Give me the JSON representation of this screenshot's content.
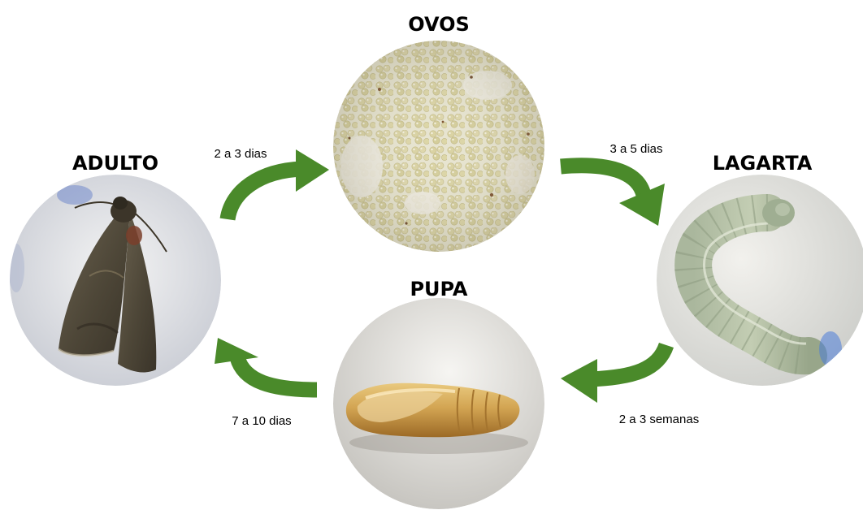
{
  "stages": {
    "ovos": {
      "title": "OVOS"
    },
    "lagarta": {
      "title": "LAGARTA"
    },
    "pupa": {
      "title": "PUPA"
    },
    "adulto": {
      "title": "ADULTO"
    }
  },
  "transitions": {
    "adulto_to_ovos": "2 a 3 dias",
    "ovos_to_lagarta": "3 a 5 dias",
    "lagarta_to_pupa": "2 a 3 semanas",
    "pupa_to_adulto": "7 a 10 dias"
  },
  "colors": {
    "arrow": "#4a8a2a",
    "title_text": "#000000",
    "label_text": "#000000"
  }
}
